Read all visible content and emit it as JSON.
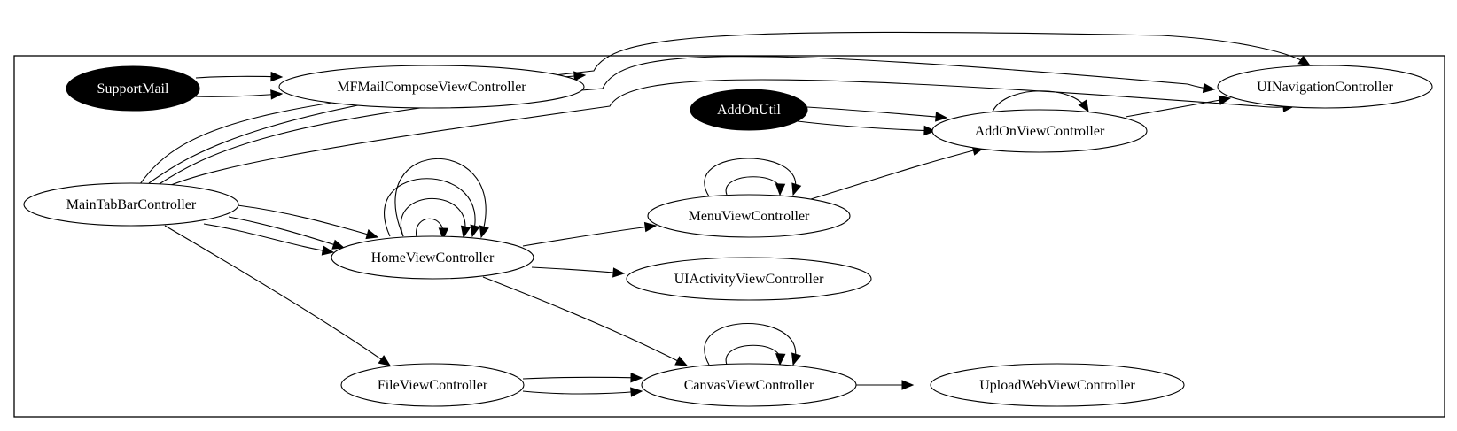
{
  "nodes": [
    {
      "id": "support-mail",
      "label": "SupportMail",
      "fill": "#000000",
      "text": "#ffffff"
    },
    {
      "id": "mfmail",
      "label": "MFMailComposeViewController",
      "fill": "#ffffff",
      "text": "#000000"
    },
    {
      "id": "uinav",
      "label": "UINavigationController",
      "fill": "#ffffff",
      "text": "#000000"
    },
    {
      "id": "addonutil",
      "label": "AddOnUtil",
      "fill": "#000000",
      "text": "#ffffff"
    },
    {
      "id": "addonvc",
      "label": "AddOnViewController",
      "fill": "#ffffff",
      "text": "#000000"
    },
    {
      "id": "maintab",
      "label": "MainTabBarController",
      "fill": "#ffffff",
      "text": "#000000"
    },
    {
      "id": "menuvc",
      "label": "MenuViewController",
      "fill": "#ffffff",
      "text": "#000000"
    },
    {
      "id": "homevc",
      "label": "HomeViewController",
      "fill": "#ffffff",
      "text": "#000000"
    },
    {
      "id": "uiactivity",
      "label": "UIActivityViewController",
      "fill": "#ffffff",
      "text": "#000000"
    },
    {
      "id": "filevc",
      "label": "FileViewController",
      "fill": "#ffffff",
      "text": "#000000"
    },
    {
      "id": "canvasvc",
      "label": "CanvasViewController",
      "fill": "#ffffff",
      "text": "#000000"
    },
    {
      "id": "uploadweb",
      "label": "UploadWebViewController",
      "fill": "#ffffff",
      "text": "#000000"
    }
  ],
  "edges": [
    {
      "from": "support-mail",
      "to": "mfmail"
    },
    {
      "from": "support-mail",
      "to": "mfmail"
    },
    {
      "from": "addonutil",
      "to": "addonvc"
    },
    {
      "from": "addonutil",
      "to": "addonvc"
    },
    {
      "from": "addonvc",
      "to": "addonvc"
    },
    {
      "from": "addonvc",
      "to": "uinav"
    },
    {
      "from": "maintab",
      "to": "mfmail"
    },
    {
      "from": "maintab",
      "to": "uinav"
    },
    {
      "from": "maintab",
      "to": "uinav"
    },
    {
      "from": "maintab",
      "to": "uinav"
    },
    {
      "from": "maintab",
      "to": "homevc"
    },
    {
      "from": "maintab",
      "to": "homevc"
    },
    {
      "from": "maintab",
      "to": "homevc"
    },
    {
      "from": "maintab",
      "to": "filevc"
    },
    {
      "from": "homevc",
      "to": "homevc"
    },
    {
      "from": "homevc",
      "to": "homevc"
    },
    {
      "from": "homevc",
      "to": "homevc"
    },
    {
      "from": "homevc",
      "to": "homevc"
    },
    {
      "from": "homevc",
      "to": "menuvc"
    },
    {
      "from": "homevc",
      "to": "uiactivity"
    },
    {
      "from": "homevc",
      "to": "canvasvc"
    },
    {
      "from": "menuvc",
      "to": "menuvc"
    },
    {
      "from": "menuvc",
      "to": "menuvc"
    },
    {
      "from": "menuvc",
      "to": "addonvc"
    },
    {
      "from": "filevc",
      "to": "canvasvc"
    },
    {
      "from": "filevc",
      "to": "canvasvc"
    },
    {
      "from": "canvasvc",
      "to": "canvasvc"
    },
    {
      "from": "canvasvc",
      "to": "canvasvc"
    },
    {
      "from": "canvasvc",
      "to": "uploadweb"
    }
  ]
}
